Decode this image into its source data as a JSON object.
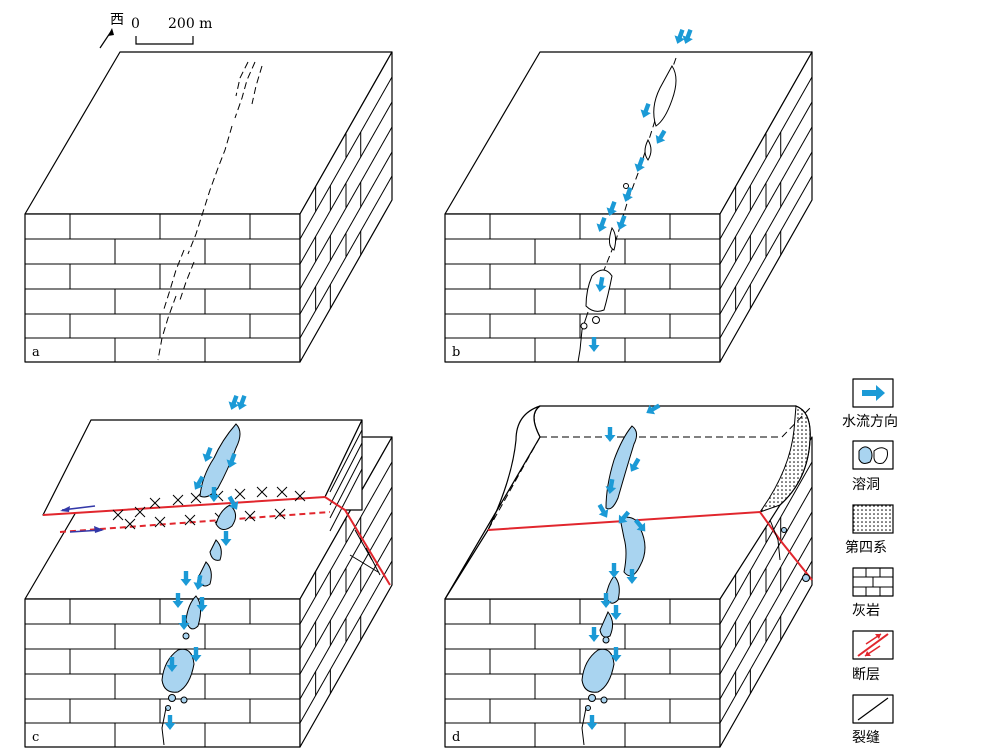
{
  "scale": {
    "direction_label": "西",
    "zero_label": "0",
    "distance_label": "200 m"
  },
  "panels": [
    {
      "id": "a",
      "label": "a"
    },
    {
      "id": "b",
      "label": "b"
    },
    {
      "id": "c",
      "label": "c"
    },
    {
      "id": "d",
      "label": "d"
    }
  ],
  "legend": [
    {
      "id": "water-flow",
      "label": "水流方向",
      "icon": "arrow-icon"
    },
    {
      "id": "karst-cave",
      "label": "溶洞",
      "icon": "cave-icon"
    },
    {
      "id": "quaternary",
      "label": "第四系",
      "icon": "dotted-pattern-icon"
    },
    {
      "id": "limestone",
      "label": "灰岩",
      "icon": "brick-pattern-icon"
    },
    {
      "id": "fault",
      "label": "断层",
      "icon": "fault-icon"
    },
    {
      "id": "fissure",
      "label": "裂缝",
      "icon": "fissure-icon"
    }
  ],
  "colors": {
    "water": "#1b9ad6",
    "cave_fill": "#a9d4f0",
    "fault": "#e1262d",
    "line": "#000000"
  }
}
